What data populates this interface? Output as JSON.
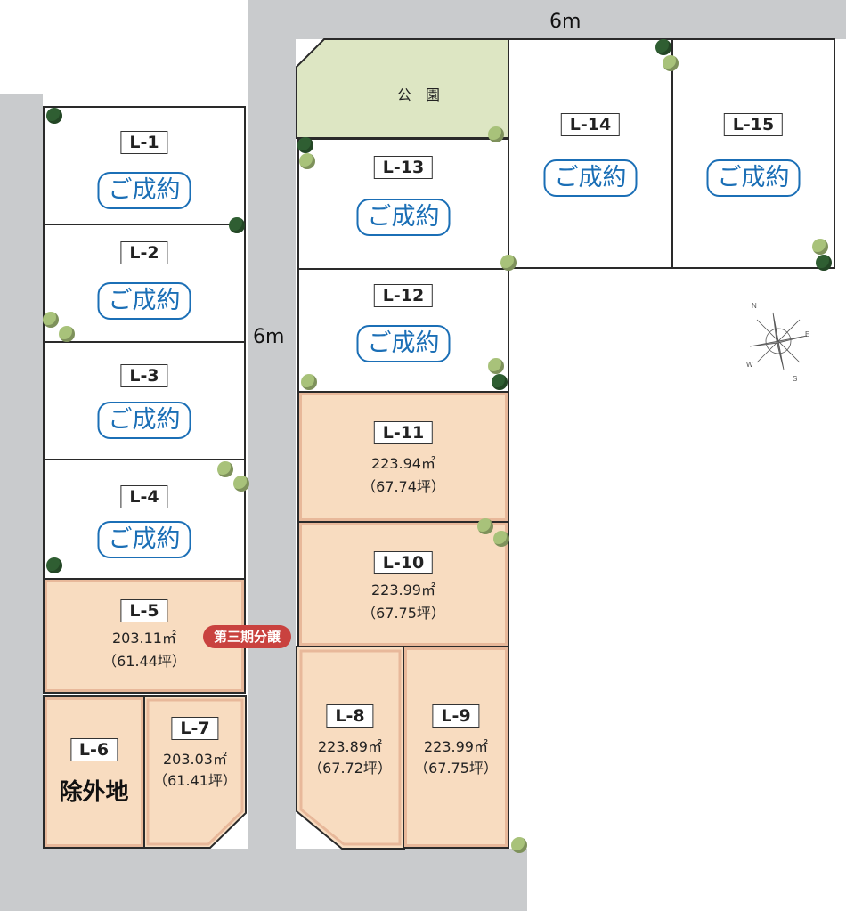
{
  "roads": {
    "top_width": "6m",
    "middle_width": "6m"
  },
  "park": {
    "label": "公　園"
  },
  "sold_label": "ご成約",
  "phase_badge": "第三期分譲",
  "compass": {
    "n": "N",
    "e": "E",
    "s": "S",
    "w": "W"
  },
  "lots": {
    "L1": {
      "id": "L-1"
    },
    "L2": {
      "id": "L-2"
    },
    "L3": {
      "id": "L-3"
    },
    "L4": {
      "id": "L-4"
    },
    "L5": {
      "id": "L-5",
      "area_m2": "203.11㎡",
      "area_tsubo": "（61.44坪）"
    },
    "L6": {
      "id": "L-6",
      "note": "除外地"
    },
    "L7": {
      "id": "L-7",
      "area_m2": "203.03㎡",
      "area_tsubo": "（61.41坪）"
    },
    "L8": {
      "id": "L-8",
      "area_m2": "223.89㎡",
      "area_tsubo": "（67.72坪）"
    },
    "L9": {
      "id": "L-9",
      "area_m2": "223.99㎡",
      "area_tsubo": "（67.75坪）"
    },
    "L10": {
      "id": "L-10",
      "area_m2": "223.99㎡",
      "area_tsubo": "（67.75坪）"
    },
    "L11": {
      "id": "L-11",
      "area_m2": "223.94㎡",
      "area_tsubo": "（67.74坪）"
    },
    "L12": {
      "id": "L-12"
    },
    "L13": {
      "id": "L-13"
    },
    "L14": {
      "id": "L-14"
    },
    "L15": {
      "id": "L-15"
    }
  }
}
